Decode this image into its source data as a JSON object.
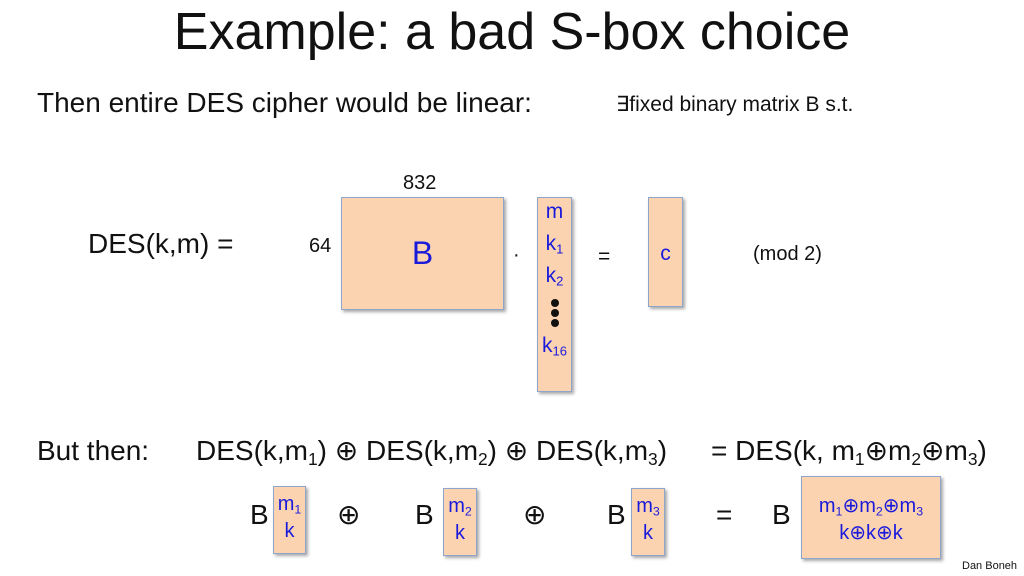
{
  "title": "Example:  a bad S-box choice",
  "intro": {
    "text": "Then entire DES cipher would be linear:",
    "note": "∃fixed binary matrix B s.t."
  },
  "equation": {
    "lhs": "DES(k,m) =",
    "cols_label": "832",
    "rows_label": "64",
    "matrix_label": "B",
    "dot": "·",
    "vector": {
      "m": "m",
      "k": "k",
      "sub1": "1",
      "sub2": "2",
      "sub16": "16"
    },
    "equals": "=",
    "result": "c",
    "mod": "(mod 2)"
  },
  "xor_line": {
    "lead": "But then:",
    "des": "DES(k,m",
    "sub1": "1",
    "sub2": "2",
    "sub3": "3",
    "close": ")",
    "xor": "⊕",
    "rhs_prefix": "= DES(k, m",
    "rhs_m": "m"
  },
  "bottom": {
    "B": "B",
    "xor": "⊕",
    "equals": "=",
    "m": "m",
    "k": "k",
    "s1": "1",
    "s2": "2",
    "s3": "3",
    "kxor": "k⊕k⊕k"
  },
  "footer": "Dan Boneh",
  "colors": {
    "box_fill": "#fbd3b1",
    "box_border": "#8ea6cc",
    "blue_text": "#1a1adb"
  }
}
